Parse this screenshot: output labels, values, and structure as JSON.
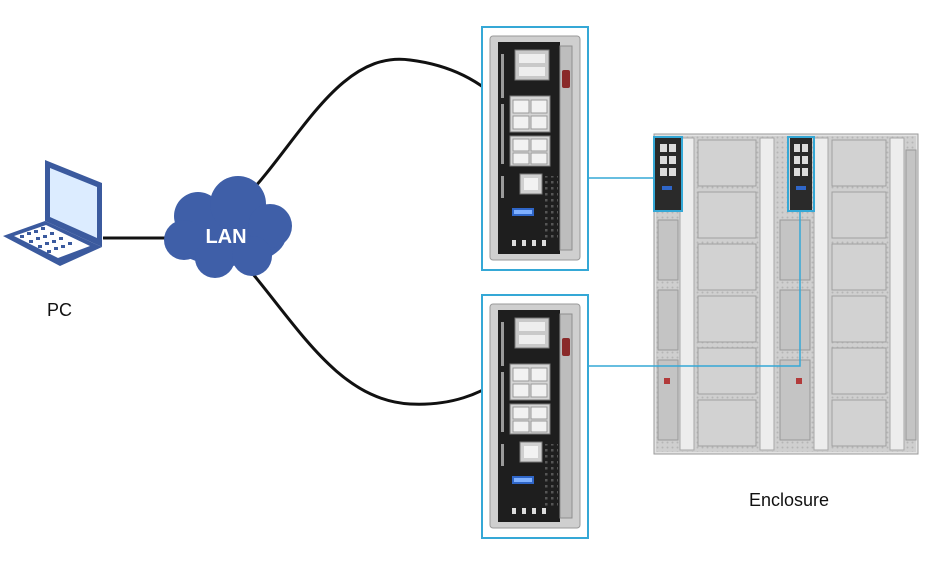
{
  "diagram": {
    "pc": {
      "label": "PC"
    },
    "network": {
      "label": "LAN"
    },
    "enclosure": {
      "label": "Enclosure"
    },
    "colors": {
      "cloud": "#3f5fa8",
      "highlight": "#35a8d6",
      "cable": "#111111",
      "chassis": "#e2e2e2",
      "module": "#1e1e1e"
    }
  }
}
